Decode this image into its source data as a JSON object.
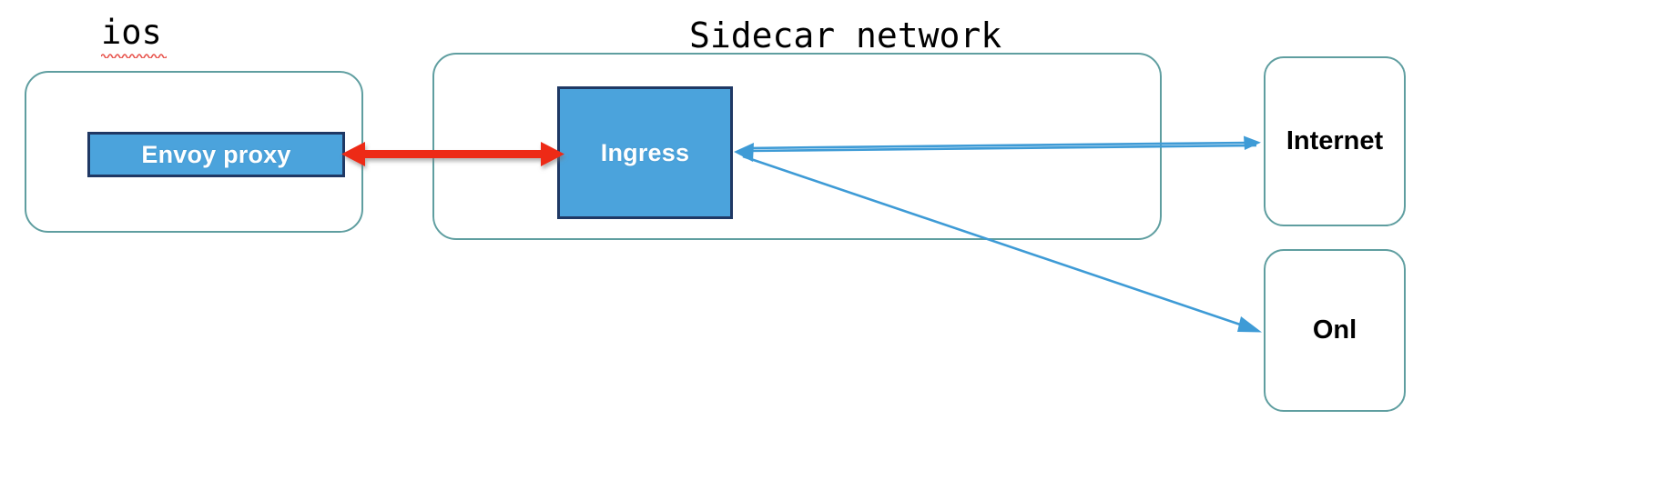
{
  "diagram": {
    "title_ios": "ios",
    "title_sidecar": "Sidecar network",
    "nodes": {
      "envoy": "Envoy proxy",
      "ingress": "Ingress",
      "internet": "Internet",
      "onl": "Onl"
    },
    "colors": {
      "box_fill": "#4BA3DC",
      "box_border": "#1F3864",
      "container_border": "#5F9EA0",
      "red_arrow": "#ED2B17",
      "blue_arrow": "#3E9BD6",
      "text_on_box": "#FFFFFF",
      "text_plain": "#000000",
      "spellcheck_underline": "#E8554E",
      "background": "#FFFFFF"
    },
    "connections": [
      {
        "name": "envoy-ingress",
        "from": "Envoy proxy",
        "to": "Ingress",
        "style": "double-headed",
        "color": "#ED2B17"
      },
      {
        "name": "internet-ingress",
        "from": "Internet",
        "to": "Ingress",
        "style": "single-headed",
        "color": "#3E9BD6"
      },
      {
        "name": "ingress-internet",
        "from": "Ingress",
        "to": "Internet",
        "style": "single-headed",
        "color": "#3E9BD6"
      },
      {
        "name": "ingress-onl",
        "from": "Ingress",
        "to": "Onl",
        "style": "single-headed",
        "color": "#3E9BD6"
      },
      {
        "name": "onl-ingress",
        "from": "Onl",
        "to": "Ingress",
        "style": "single-headed",
        "color": "#3E9BD6"
      }
    ]
  }
}
